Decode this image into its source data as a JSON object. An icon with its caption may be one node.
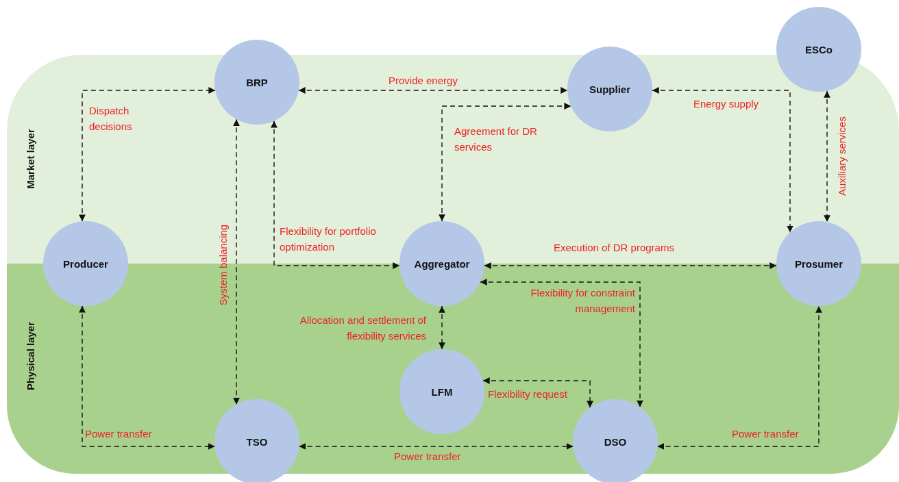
{
  "diagram": {
    "nodes": [
      {
        "text": [
          "ESCo"
        ]
      },
      {
        "text": [
          "BRP"
        ]
      },
      {
        "text": [
          "Supplier"
        ]
      },
      {
        "text": [
          "Producer"
        ]
      },
      {
        "text": [
          "Aggregator"
        ]
      },
      {
        "text": [
          "Prosumer"
        ]
      },
      {
        "text": [
          "LFM"
        ]
      },
      {
        "text": [
          "TSO"
        ]
      },
      {
        "text": [
          "DSO"
        ]
      }
    ],
    "edges": [
      {
        "from": 3,
        "to": 1,
        "arrow": "both",
        "style": "dashed",
        "label": "Dispatch decisions"
      },
      {
        "from": 1,
        "to": 2,
        "arrow": "both",
        "style": "dashed",
        "label": "Provide energy"
      },
      {
        "from": 2,
        "to": 5,
        "arrow": "both",
        "style": "dashed",
        "label": "Energy supply"
      },
      {
        "from": 0,
        "to": 5,
        "arrow": "both",
        "style": "dashed",
        "label": "Auxiliary services"
      },
      {
        "from": 4,
        "to": 2,
        "arrow": "both",
        "style": "dashed",
        "label": "Agreement for DR services"
      },
      {
        "from": 1,
        "to": 7,
        "arrow": "both",
        "style": "dashed",
        "label": "System balancing"
      },
      {
        "from": 1,
        "to": 4,
        "arrow": "both",
        "style": "dashed",
        "label": "Flexibility for portfolio optimization"
      },
      {
        "from": 4,
        "to": 5,
        "arrow": "both",
        "style": "dashed",
        "label": "Execution of DR programs"
      },
      {
        "from": 4,
        "to": 8,
        "arrow": "both",
        "style": "dashed",
        "label": "Flexibility for constraint management"
      },
      {
        "from": 4,
        "to": 6,
        "arrow": "both",
        "style": "dashed",
        "label": "Allocation and settlement of flexibility services"
      },
      {
        "from": 6,
        "to": 8,
        "arrow": "both",
        "style": "dashed",
        "label": "Flexibility request"
      },
      {
        "from": 3,
        "to": 7,
        "arrow": "both",
        "style": "dashed",
        "label": "Power transfer"
      },
      {
        "from": 7,
        "to": 8,
        "arrow": "both",
        "style": "dashed",
        "label": "Power transfer"
      },
      {
        "from": 8,
        "to": 5,
        "arrow": "both",
        "style": "dashed",
        "label": "Power transfer"
      }
    ],
    "labels": [
      "Market layer",
      "Physical layer"
    ]
  }
}
